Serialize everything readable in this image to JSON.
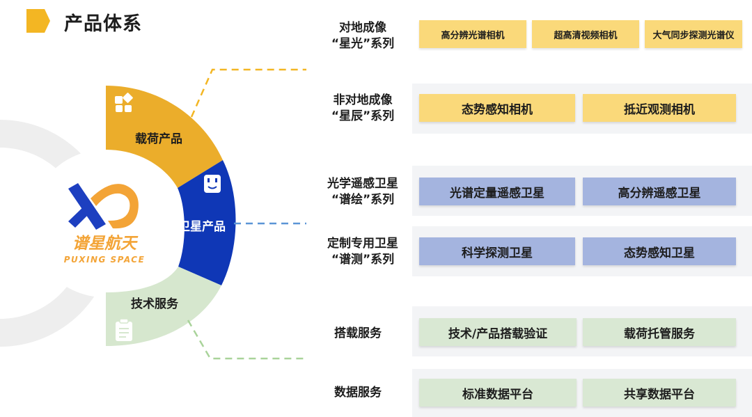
{
  "title": "产品体系",
  "colors": {
    "accent": "#f3b623",
    "payload": "#ebad2b",
    "satellite": "#0f37b6",
    "service": "#d6e7ce",
    "ring": "#eeeeee",
    "logo_orange": "#f3a437",
    "logo_blue": "#1d3fc0"
  },
  "logo": {
    "brand_cn": "谱星航天",
    "brand_en": "PUXING SPACE"
  },
  "wheel": {
    "payload_label": "载荷产品",
    "satellite_label": "卫星产品",
    "service_label": "技术服务",
    "payload_icon": "grid-apps-icon",
    "satellite_icon": "satellite-box-icon",
    "service_icon": "clipboard-icon"
  },
  "rows": [
    {
      "line1": "对地成像",
      "line2": "“星光”系列",
      "items": [
        "高分辨光谱相机",
        "超高清视频相机",
        "大气同步探测光谱仪"
      ]
    },
    {
      "line1": "非对地成像",
      "line2": "“星辰”系列",
      "items": [
        "态势感知相机",
        "抵近观测相机"
      ]
    },
    {
      "line1": "光学遥感卫星",
      "line2": "“谱绘”系列",
      "items": [
        "光谱定量遥感卫星",
        "高分辨遥感卫星"
      ]
    },
    {
      "line1": "定制专用卫星",
      "line2": "“谱测”系列",
      "items": [
        "科学探测卫星",
        "态势感知卫星"
      ]
    },
    {
      "line1": "搭载服务",
      "line2": "",
      "items": [
        "技术/产品搭载验证",
        "载荷托管服务"
      ]
    },
    {
      "line1": "数据服务",
      "line2": "",
      "items": [
        "标准数据平台",
        "共享数据平台"
      ]
    }
  ]
}
